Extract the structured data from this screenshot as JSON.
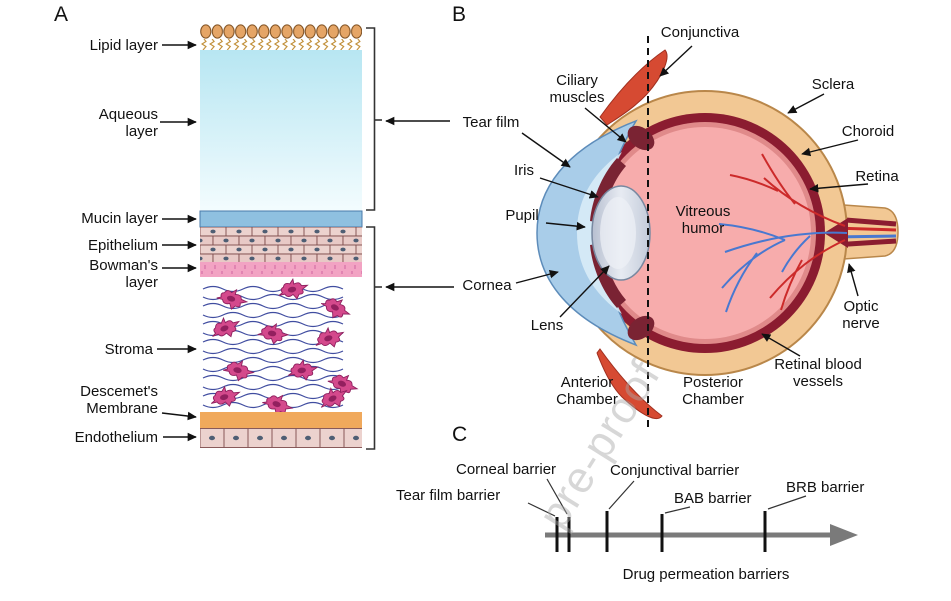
{
  "watermark": "pre-proof",
  "panelA": {
    "label": "A",
    "layers": {
      "lipid": "Lipid layer",
      "aqueous": "Aqueous layer",
      "mucin": "Mucin layer",
      "epithelium": "Epithelium",
      "bowmans": "Bowman's layer",
      "stroma": "Stroma",
      "descemets": "Descemet's Membrane",
      "endothelium": "Endothelium"
    }
  },
  "panelB": {
    "label": "B",
    "labels": {
      "conjunctiva": "Conjunctiva",
      "ciliary": "Ciliary muscles",
      "sclera": "Sclera",
      "choroid": "Choroid",
      "retina": "Retina",
      "tearfilm": "Tear film",
      "iris": "Iris",
      "pupil": "Pupil",
      "vitreous": "Vitreous humor",
      "cornea": "Cornea",
      "lens": "Lens",
      "optic": "Optic nerve",
      "anterior": "Anterior Chamber",
      "posterior": "Posterior Chamber",
      "vessels": "Retinal blood vessels"
    }
  },
  "panelC": {
    "label": "C",
    "barriers": {
      "tearfilm": "Tear film barrier",
      "corneal": "Corneal barrier",
      "conjunctival": "Conjunctival barrier",
      "bab": "BAB barrier",
      "brb": "BRB barrier"
    },
    "axis": "Drug permeation barriers"
  },
  "colors": {
    "mucin_layer": "#8fc0e0",
    "bowmans_layer": "#f2a3c3",
    "descemets_membrane": "#f0a95c",
    "sclera": "#f2c894",
    "choroid": "#8b1c30",
    "retina_ring": "#e08a8a",
    "vitreous": "#f7acac",
    "cornea": "#a9cde9",
    "iris": "#7a2333",
    "conjunctiva": "#d64a32",
    "vessel_red": "#cc2a2a",
    "vessel_blue": "#4878d0",
    "stroma_fiber": "#2c3a96",
    "keratocyte": "#d4498c",
    "axis_gray": "#7a7a7a"
  }
}
